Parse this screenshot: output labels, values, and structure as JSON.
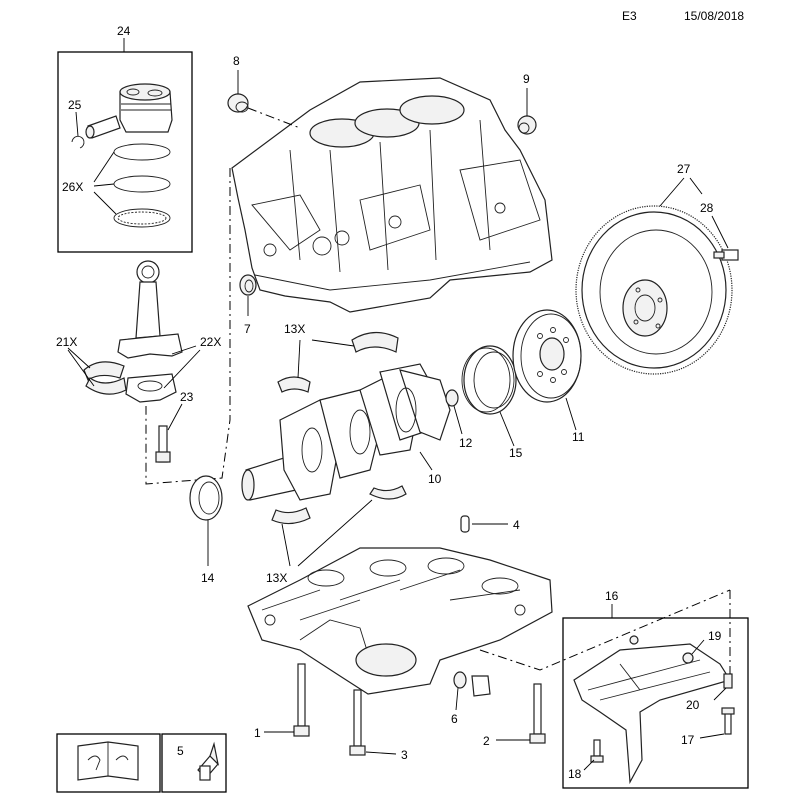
{
  "header": {
    "section": "E3",
    "date": "15/08/2018"
  },
  "callouts": [
    {
      "id": "c1",
      "text": "1"
    },
    {
      "id": "c2",
      "text": "2"
    },
    {
      "id": "c3",
      "text": "3"
    },
    {
      "id": "c4",
      "text": "4"
    },
    {
      "id": "c5",
      "text": "5"
    },
    {
      "id": "c6",
      "text": "6"
    },
    {
      "id": "c7",
      "text": "7"
    },
    {
      "id": "c8",
      "text": "8"
    },
    {
      "id": "c9",
      "text": "9"
    },
    {
      "id": "c10",
      "text": "10"
    },
    {
      "id": "c11",
      "text": "11"
    },
    {
      "id": "c12",
      "text": "12"
    },
    {
      "id": "c13a",
      "text": "13X"
    },
    {
      "id": "c13b",
      "text": "13X"
    },
    {
      "id": "c14",
      "text": "14"
    },
    {
      "id": "c15",
      "text": "15"
    },
    {
      "id": "c16",
      "text": "16"
    },
    {
      "id": "c17",
      "text": "17"
    },
    {
      "id": "c18",
      "text": "18"
    },
    {
      "id": "c19",
      "text": "19"
    },
    {
      "id": "c20",
      "text": "20"
    },
    {
      "id": "c21",
      "text": "21X"
    },
    {
      "id": "c22",
      "text": "22X"
    },
    {
      "id": "c23",
      "text": "23"
    },
    {
      "id": "c24",
      "text": "24"
    },
    {
      "id": "c25",
      "text": "25"
    },
    {
      "id": "c26",
      "text": "26X"
    },
    {
      "id": "c27",
      "text": "27"
    },
    {
      "id": "c28",
      "text": "28"
    }
  ],
  "icons": [
    "manual-book-icon",
    "sealant-tube-icon"
  ]
}
